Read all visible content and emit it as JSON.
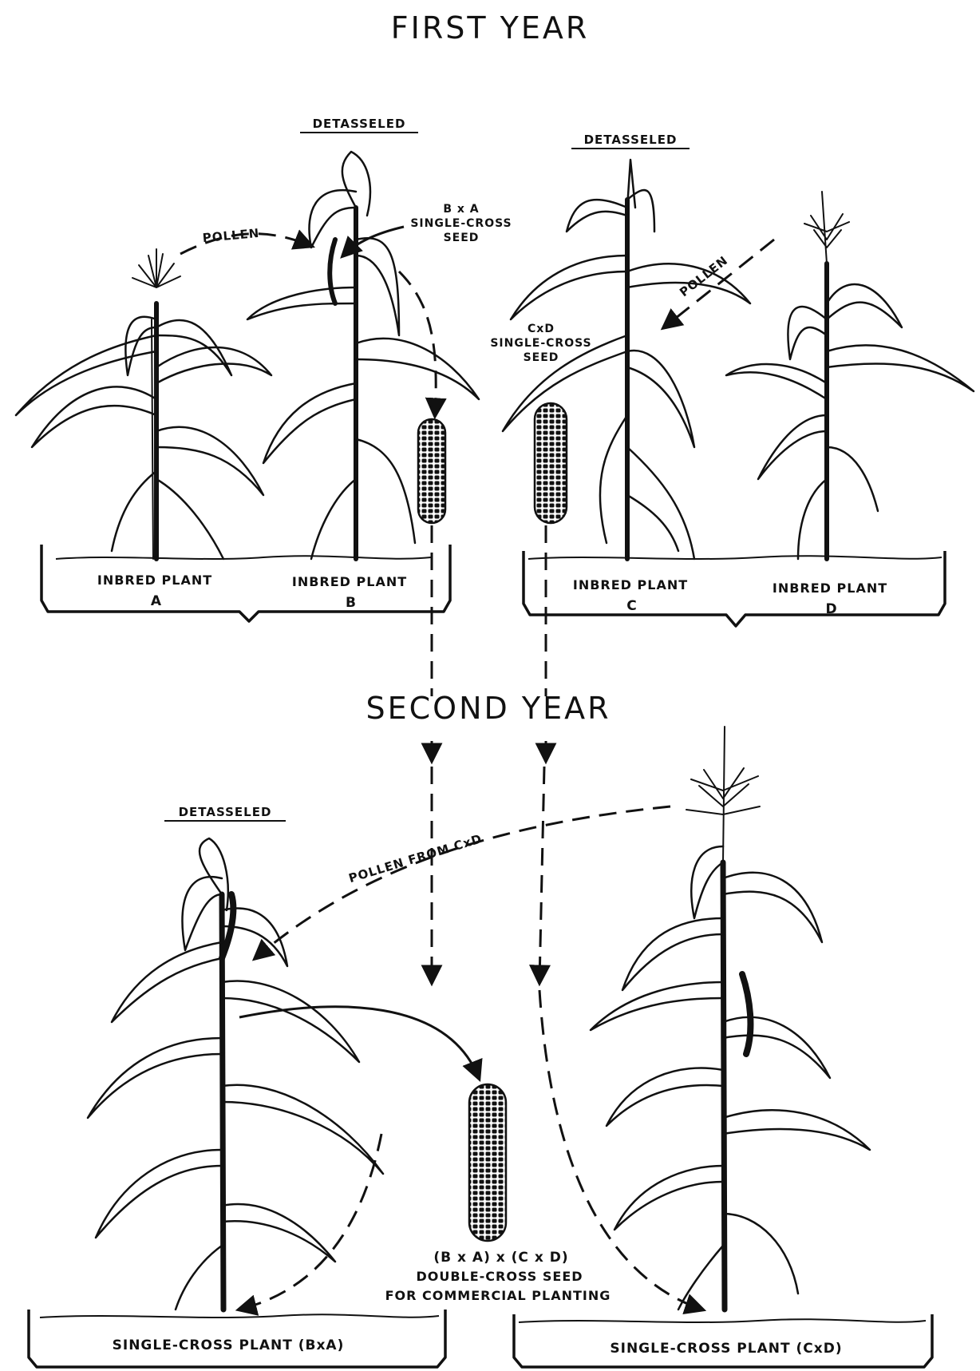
{
  "headings": {
    "first_year": "FIRST YEAR",
    "second_year": "SECOND YEAR"
  },
  "first_year": {
    "detasseled_b": "DETASSELED",
    "detasseled_c": "DETASSELED",
    "pollen_a": "POLLEN",
    "pollen_d": "POLLEN",
    "bxa_seed": [
      "B x A",
      "SINGLE-CROSS",
      "SEED"
    ],
    "cxd_seed": [
      "CxD",
      "SINGLE-CROSS",
      "SEED"
    ],
    "plants": [
      {
        "label": "INBRED PLANT",
        "letter": "A"
      },
      {
        "label": "INBRED PLANT",
        "letter": "B"
      },
      {
        "label": "INBRED PLANT",
        "letter": "C"
      },
      {
        "label": "INBRED PLANT",
        "letter": "D"
      }
    ]
  },
  "second_year": {
    "detasseled": "DETASSELED",
    "pollen_from": "POLLEN FROM CxD",
    "double_cross": [
      "(B x A) x (C x D)",
      "DOUBLE-CROSS SEED",
      "FOR COMMERCIAL PLANTING"
    ],
    "plant_left": "SINGLE-CROSS PLANT (BxA)",
    "plant_right": "SINGLE-CROSS PLANT (CxD)"
  },
  "colors": {
    "ink": "#111111",
    "paper": "#ffffff"
  },
  "icons": [
    "corn-plant-icon",
    "corn-ear-icon",
    "tassel-icon"
  ]
}
